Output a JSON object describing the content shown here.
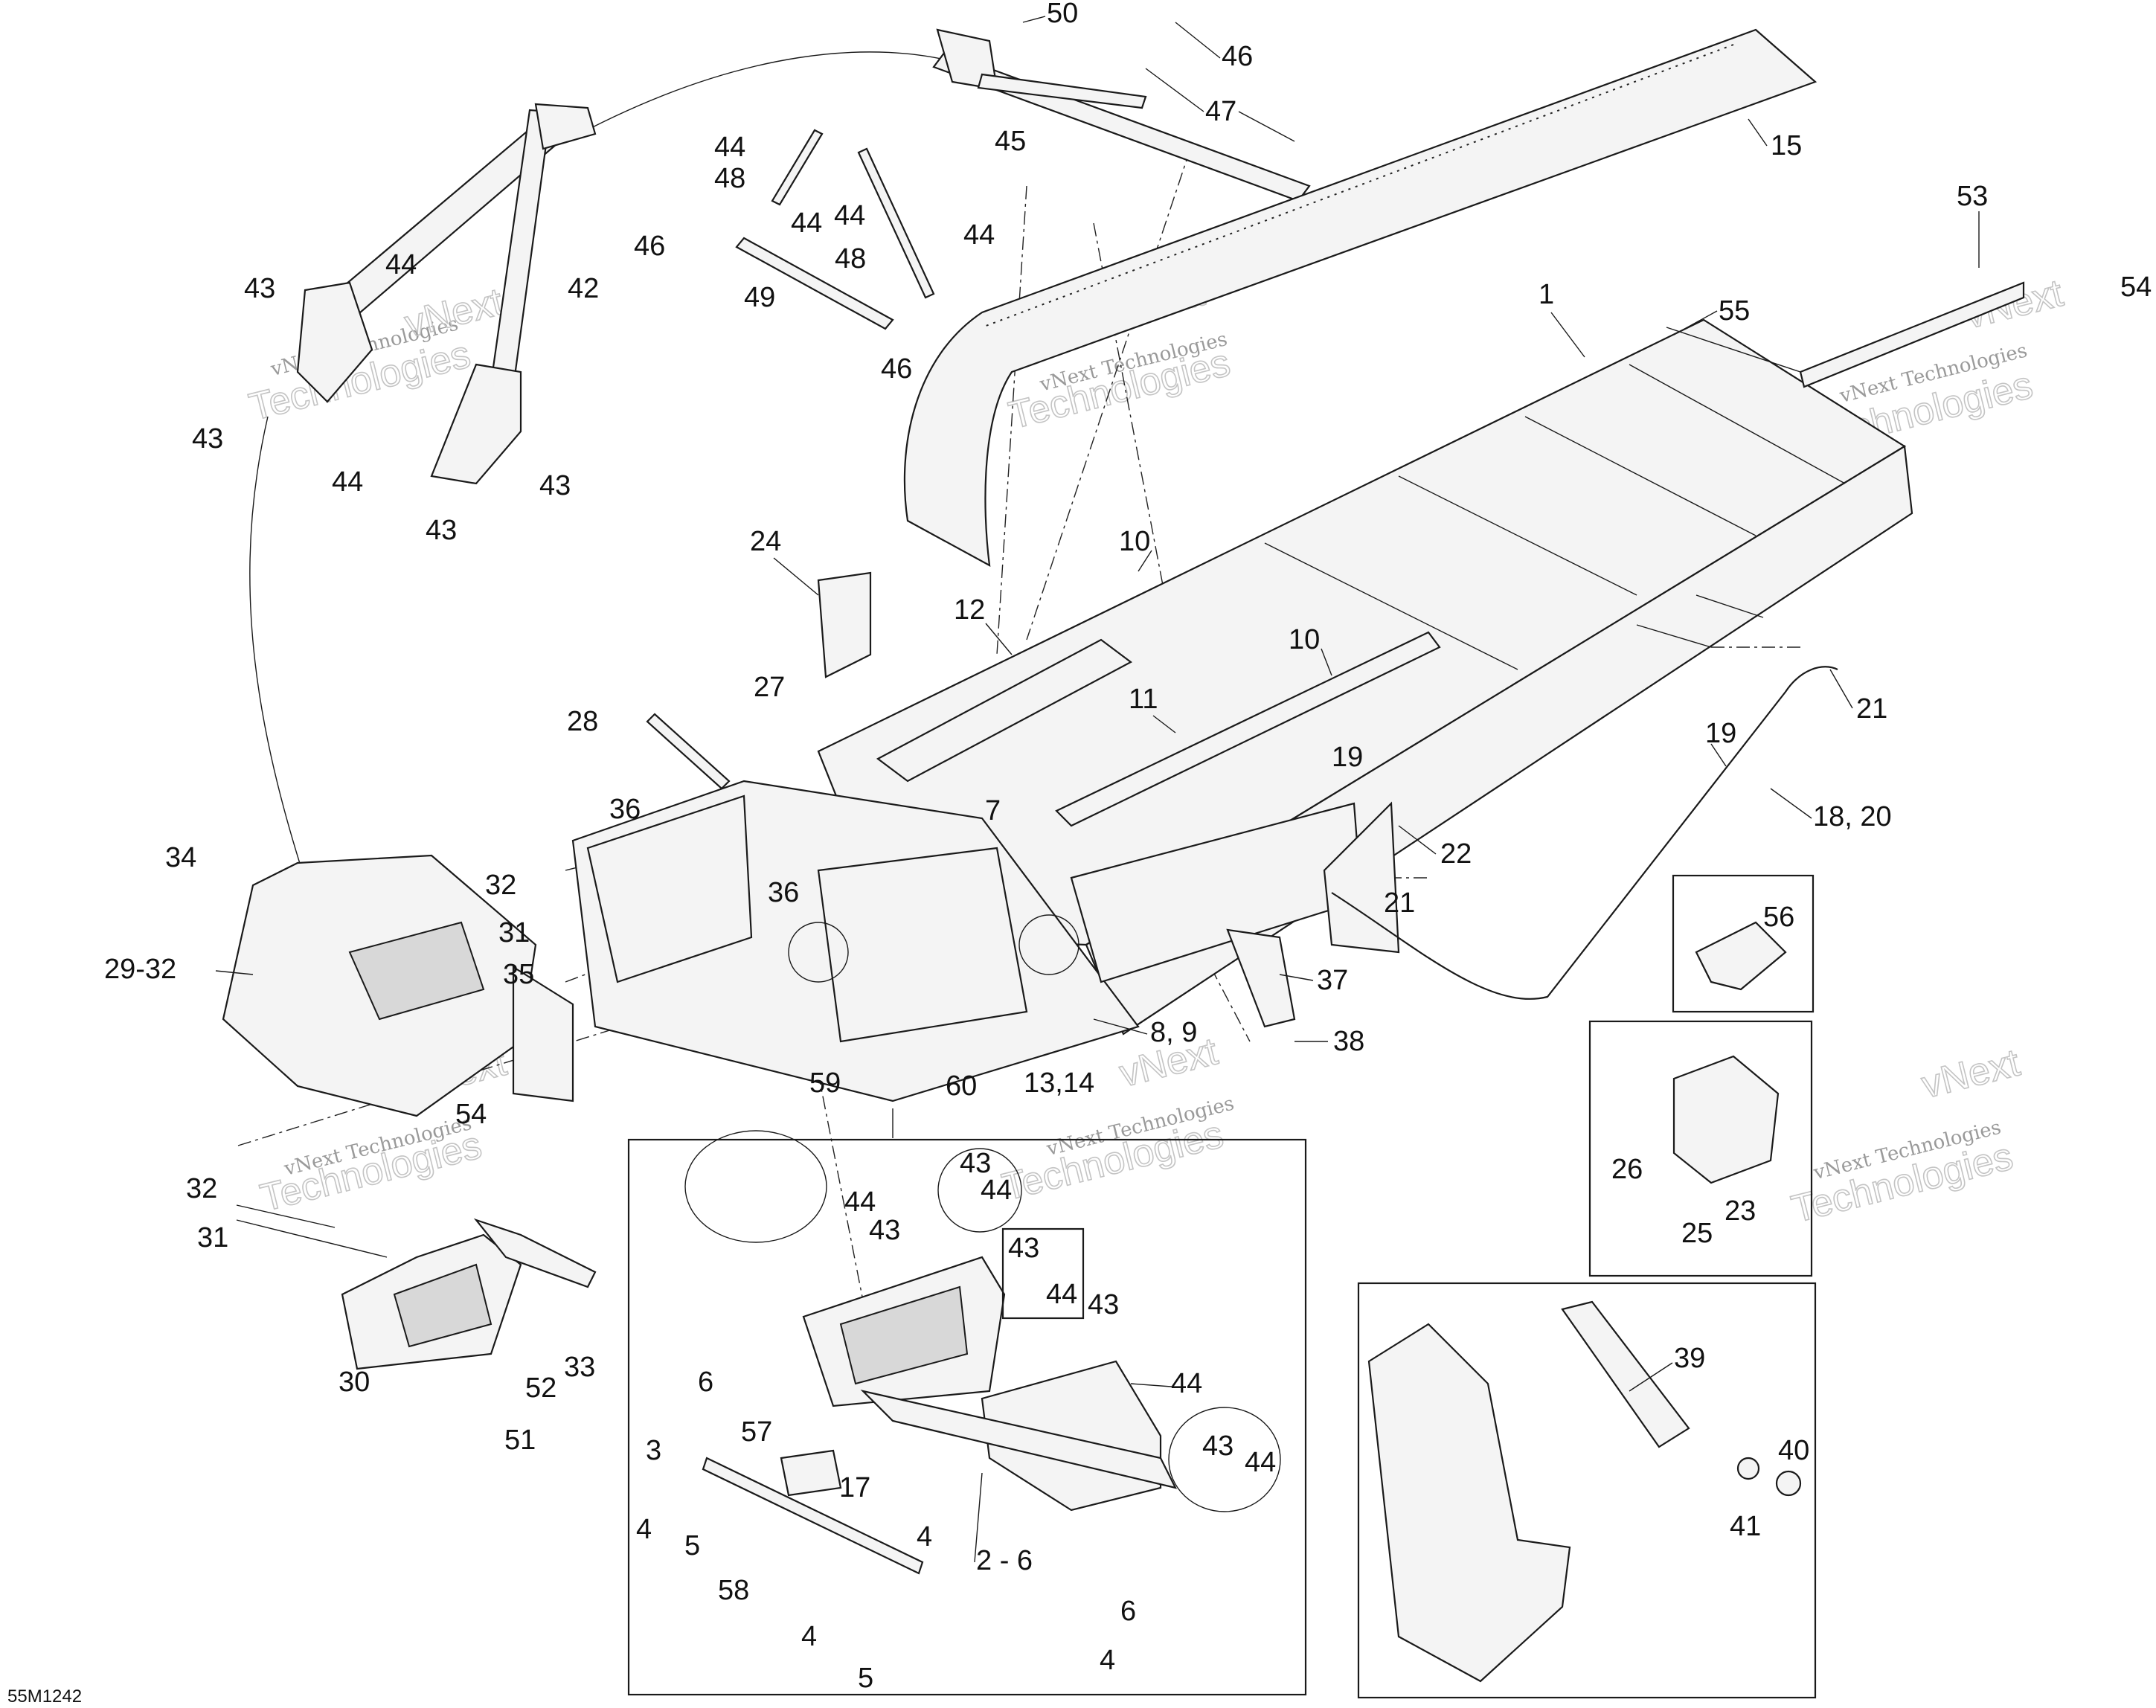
{
  "diagram_code": "55M1242",
  "watermark": {
    "line1": "vNext",
    "line2": "vNext Technologies",
    "line3": "Technologies"
  },
  "callouts": {
    "c1": "1",
    "c2_6": "2 - 6",
    "c3": "3",
    "c4": "4",
    "c5": "5",
    "c6": "6",
    "c7": "7",
    "c8_9": "8, 9",
    "c10": "10",
    "c11": "11",
    "c12": "12",
    "c13_14": "13,14",
    "c15": "15",
    "c17": "17",
    "c18_20": "18, 20",
    "c19": "19",
    "c21": "21",
    "c22": "22",
    "c23": "23",
    "c24": "24",
    "c25": "25",
    "c26": "26",
    "c27": "27",
    "c28": "28",
    "c29_32": "29-32",
    "c30": "30",
    "c31": "31",
    "c32": "32",
    "c33": "33",
    "c34": "34",
    "c35": "35",
    "c36": "36",
    "c37": "37",
    "c38": "38",
    "c39": "39",
    "c40": "40",
    "c41": "41",
    "c42": "42",
    "c43": "43",
    "c44": "44",
    "c45": "45",
    "c46": "46",
    "c47": "47",
    "c48": "48",
    "c49": "49",
    "c50": "50",
    "c51": "51",
    "c52": "52",
    "c53": "53",
    "c54": "54",
    "c55": "55",
    "c56": "56",
    "c57": "57",
    "c58": "58",
    "c59": "59",
    "c60": "60"
  }
}
